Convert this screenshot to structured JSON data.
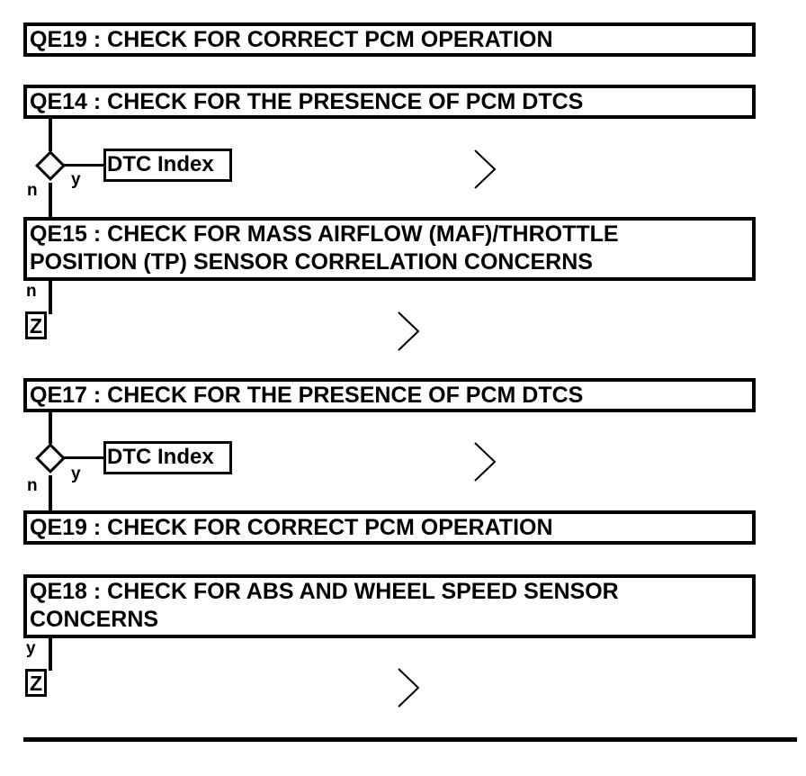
{
  "steps": {
    "s1": {
      "lines": [
        "QE19 : CHECK FOR CORRECT PCM OPERATION"
      ]
    },
    "s2": {
      "lines": [
        "QE14 : CHECK FOR THE PRESENCE OF PCM DTCS"
      ]
    },
    "s3": {
      "lines": [
        "QE15 : CHECK FOR MASS AIRFLOW (MAF)/THROTTLE",
        "POSITION (TP) SENSOR CORRELATION CONCERNS"
      ]
    },
    "s4": {
      "lines": [
        "QE17 : CHECK FOR THE PRESENCE OF PCM DTCS"
      ]
    },
    "s5": {
      "lines": [
        "QE19 : CHECK FOR CORRECT PCM OPERATION"
      ]
    },
    "s6": {
      "lines": [
        "QE18 : CHECK FOR ABS AND WHEEL SPEED SENSOR",
        "CONCERNS"
      ]
    }
  },
  "decisions": {
    "d1": {
      "yes": "y",
      "no": "n",
      "target": "DTC Index"
    },
    "d2": {
      "yes": "y",
      "no": "n",
      "target": "DTC Index"
    }
  },
  "branches": {
    "b1": {
      "label": "n",
      "terminal": "Z"
    },
    "b2": {
      "label": "y",
      "terminal": "Z"
    }
  }
}
